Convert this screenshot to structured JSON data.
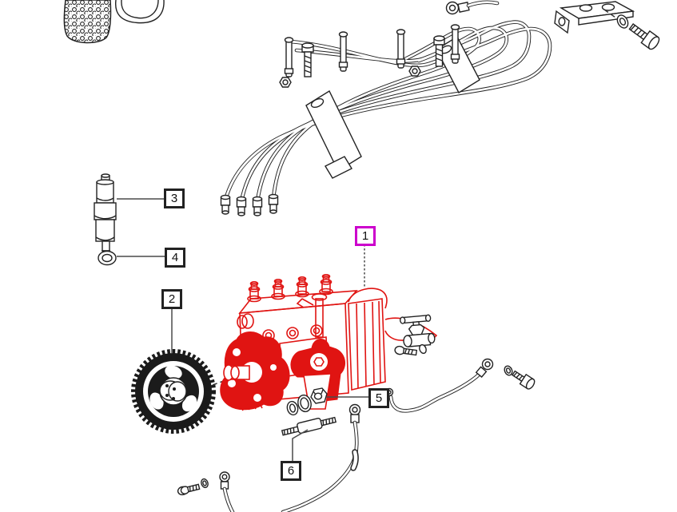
{
  "diagram": {
    "kind": "exploded-parts-diagram",
    "callouts": [
      {
        "number": "1",
        "highlighted": true
      },
      {
        "number": "2",
        "highlighted": false
      },
      {
        "number": "3",
        "highlighted": false
      },
      {
        "number": "4",
        "highlighted": false
      },
      {
        "number": "5",
        "highlighted": false
      },
      {
        "number": "6",
        "highlighted": false
      }
    ],
    "colors": {
      "background": "#ffffff",
      "line": "#222222",
      "highlight_part": "#e01412",
      "highlight_callout": "#cc00cc"
    }
  }
}
